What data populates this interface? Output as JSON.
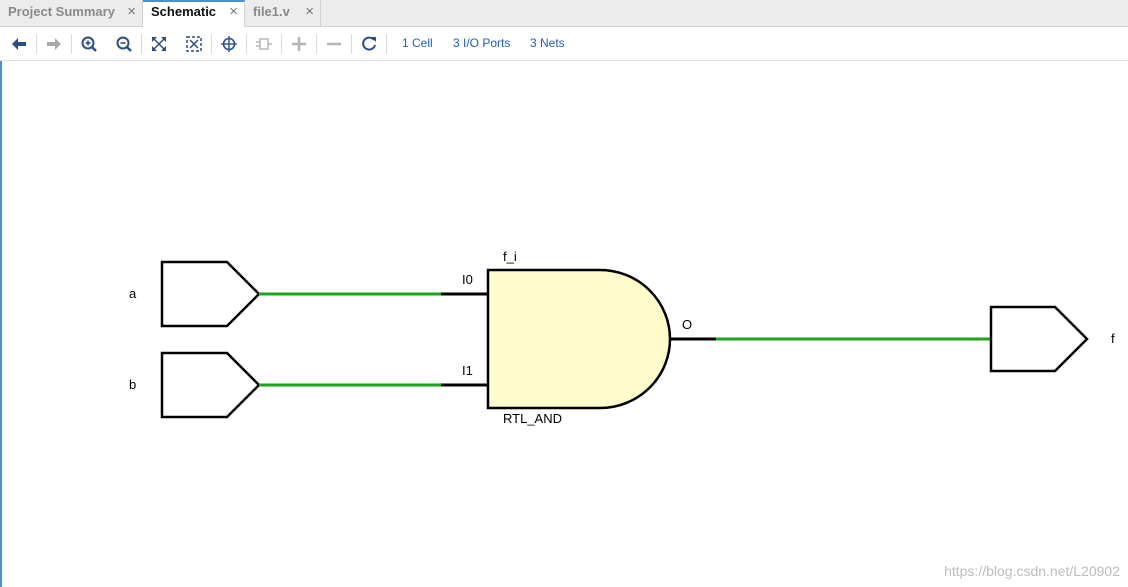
{
  "tabs": [
    {
      "label": "Project Summary",
      "active": false
    },
    {
      "label": "Schematic",
      "active": true
    },
    {
      "label": "file1.v",
      "active": false
    }
  ],
  "tab_close_glyph": "×",
  "toolbar": {
    "buttons": [
      "back-arrow-icon",
      "forward-arrow-icon",
      "zoom-in-icon",
      "zoom-out-icon",
      "zoom-fit-icon",
      "fit-selection-icon",
      "center-target-icon",
      "route-icon",
      "expand-plus-icon",
      "collapse-minus-icon",
      "reload-icon"
    ],
    "cell_count": "1 Cell",
    "io_ports": "3 I/O Ports",
    "nets": "3 Nets"
  },
  "schematic": {
    "inputs": [
      {
        "port": "a"
      },
      {
        "port": "b"
      }
    ],
    "output": {
      "port": "f"
    },
    "gate": {
      "instance": "f_i",
      "type": "RTL_AND",
      "pin_in0": "I0",
      "pin_in1": "I1",
      "pin_out": "O"
    },
    "colors": {
      "net": "#1aa51a",
      "gate_fill": "#fefccb",
      "stroke": "#000000"
    }
  },
  "watermark": "https://blog.csdn.net/L20902"
}
